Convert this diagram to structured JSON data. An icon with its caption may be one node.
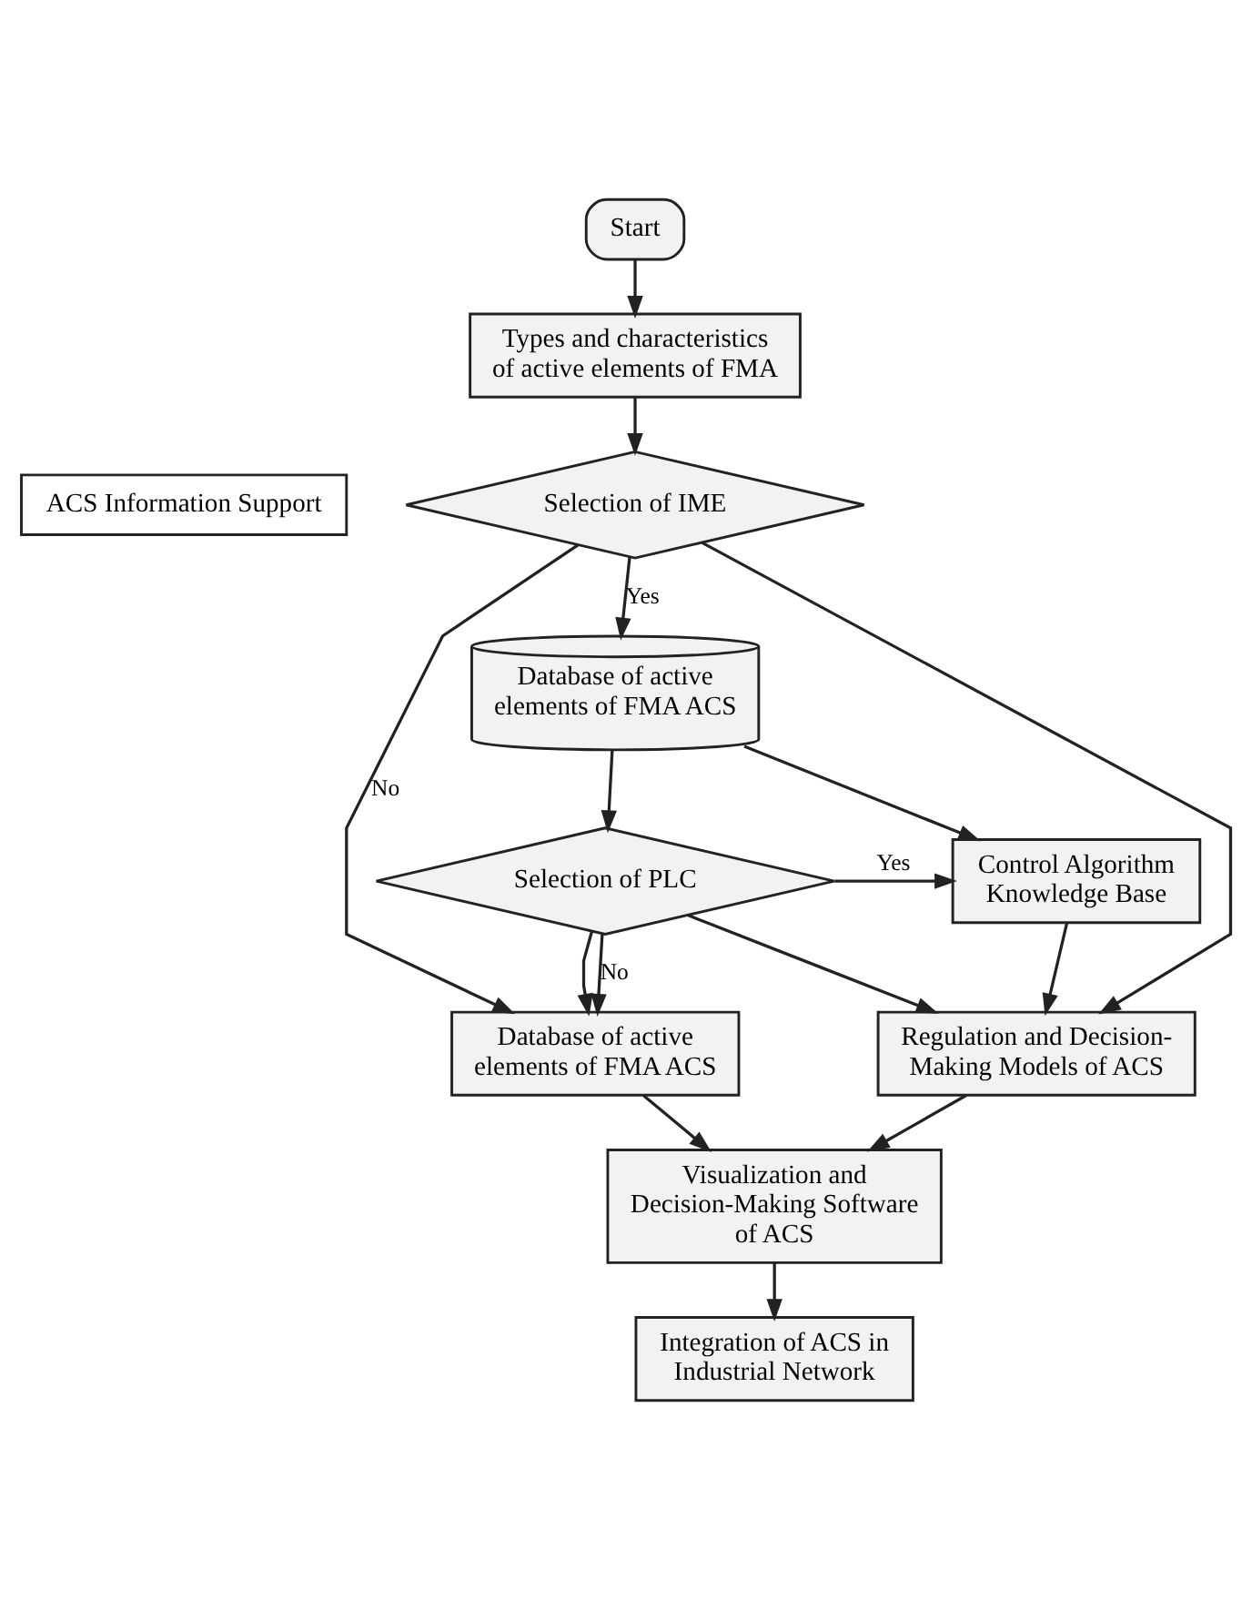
{
  "diagram": {
    "nodes": [
      {
        "text": [
          "Start"
        ]
      },
      {
        "text": [
          "Types and characteristics of active elements of FMA"
        ]
      },
      {
        "text": [
          "Selection of IME"
        ]
      },
      {
        "text": [
          "ACS Information Support"
        ]
      },
      {
        "text": [
          "Database of active elements of FMA ACS"
        ]
      },
      {
        "text": [
          "Selection of PLC"
        ]
      },
      {
        "text": [
          "Control Algorithm Knowledge Base"
        ]
      },
      {
        "text": [
          "Database of active elements of FMA ACS"
        ]
      },
      {
        "text": [
          "Regulation and Decision-Making Models of ACS"
        ]
      },
      {
        "text": [
          "Visualization and Decision-Making Software of ACS"
        ]
      },
      {
        "text": [
          "Integration of ACS in Industrial Network"
        ]
      }
    ],
    "edges": [
      {
        "from": 0,
        "to": 1,
        "arrow": "to"
      },
      {
        "from": 1,
        "to": 2,
        "arrow": "to"
      },
      {
        "from": 2,
        "to": 4,
        "label": "Yes",
        "arrow": "to"
      },
      {
        "from": 2,
        "to": 7,
        "label": "No",
        "arrow": "to"
      },
      {
        "from": 2,
        "to": 8,
        "arrow": "to"
      },
      {
        "from": 4,
        "to": 5,
        "arrow": "to"
      },
      {
        "from": 4,
        "to": 6,
        "arrow": "to"
      },
      {
        "from": 5,
        "to": 6,
        "label": "Yes",
        "arrow": "to"
      },
      {
        "from": 5,
        "to": 8,
        "arrow": "to"
      },
      {
        "from": 5,
        "to": 7,
        "label": "No",
        "arrow": "to"
      },
      {
        "from": 5,
        "to": 7,
        "arrow": "to"
      },
      {
        "from": 6,
        "to": 8,
        "arrow": "to"
      },
      {
        "from": 7,
        "to": 9,
        "arrow": "to"
      },
      {
        "from": 8,
        "to": 9,
        "arrow": "to"
      },
      {
        "from": 9,
        "to": 10,
        "arrow": "to"
      }
    ]
  }
}
